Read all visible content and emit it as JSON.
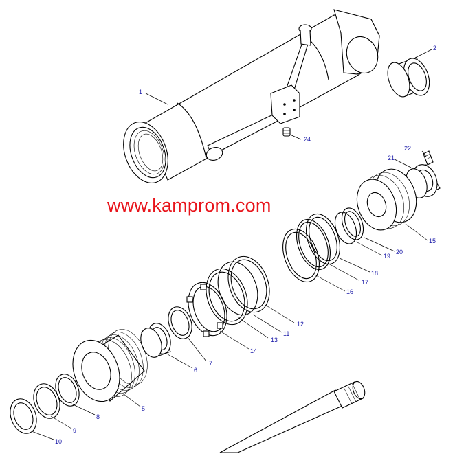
{
  "watermark": "www.kamprom.com",
  "parts": [
    {
      "id": "p1",
      "label": "1"
    },
    {
      "id": "p2",
      "label": "2"
    },
    {
      "id": "p5",
      "label": "5"
    },
    {
      "id": "p6",
      "label": "6"
    },
    {
      "id": "p7",
      "label": "7"
    },
    {
      "id": "p8",
      "label": "8"
    },
    {
      "id": "p9",
      "label": "9"
    },
    {
      "id": "p10",
      "label": "10"
    },
    {
      "id": "p11",
      "label": "11"
    },
    {
      "id": "p12",
      "label": "12"
    },
    {
      "id": "p13",
      "label": "13"
    },
    {
      "id": "p14",
      "label": "14"
    },
    {
      "id": "p15",
      "label": "15"
    },
    {
      "id": "p16",
      "label": "16"
    },
    {
      "id": "p17",
      "label": "17"
    },
    {
      "id": "p18",
      "label": "18"
    },
    {
      "id": "p19",
      "label": "19"
    },
    {
      "id": "p20",
      "label": "20"
    },
    {
      "id": "p21",
      "label": "21"
    },
    {
      "id": "p22",
      "label": "22"
    },
    {
      "id": "p24",
      "label": "24"
    }
  ]
}
